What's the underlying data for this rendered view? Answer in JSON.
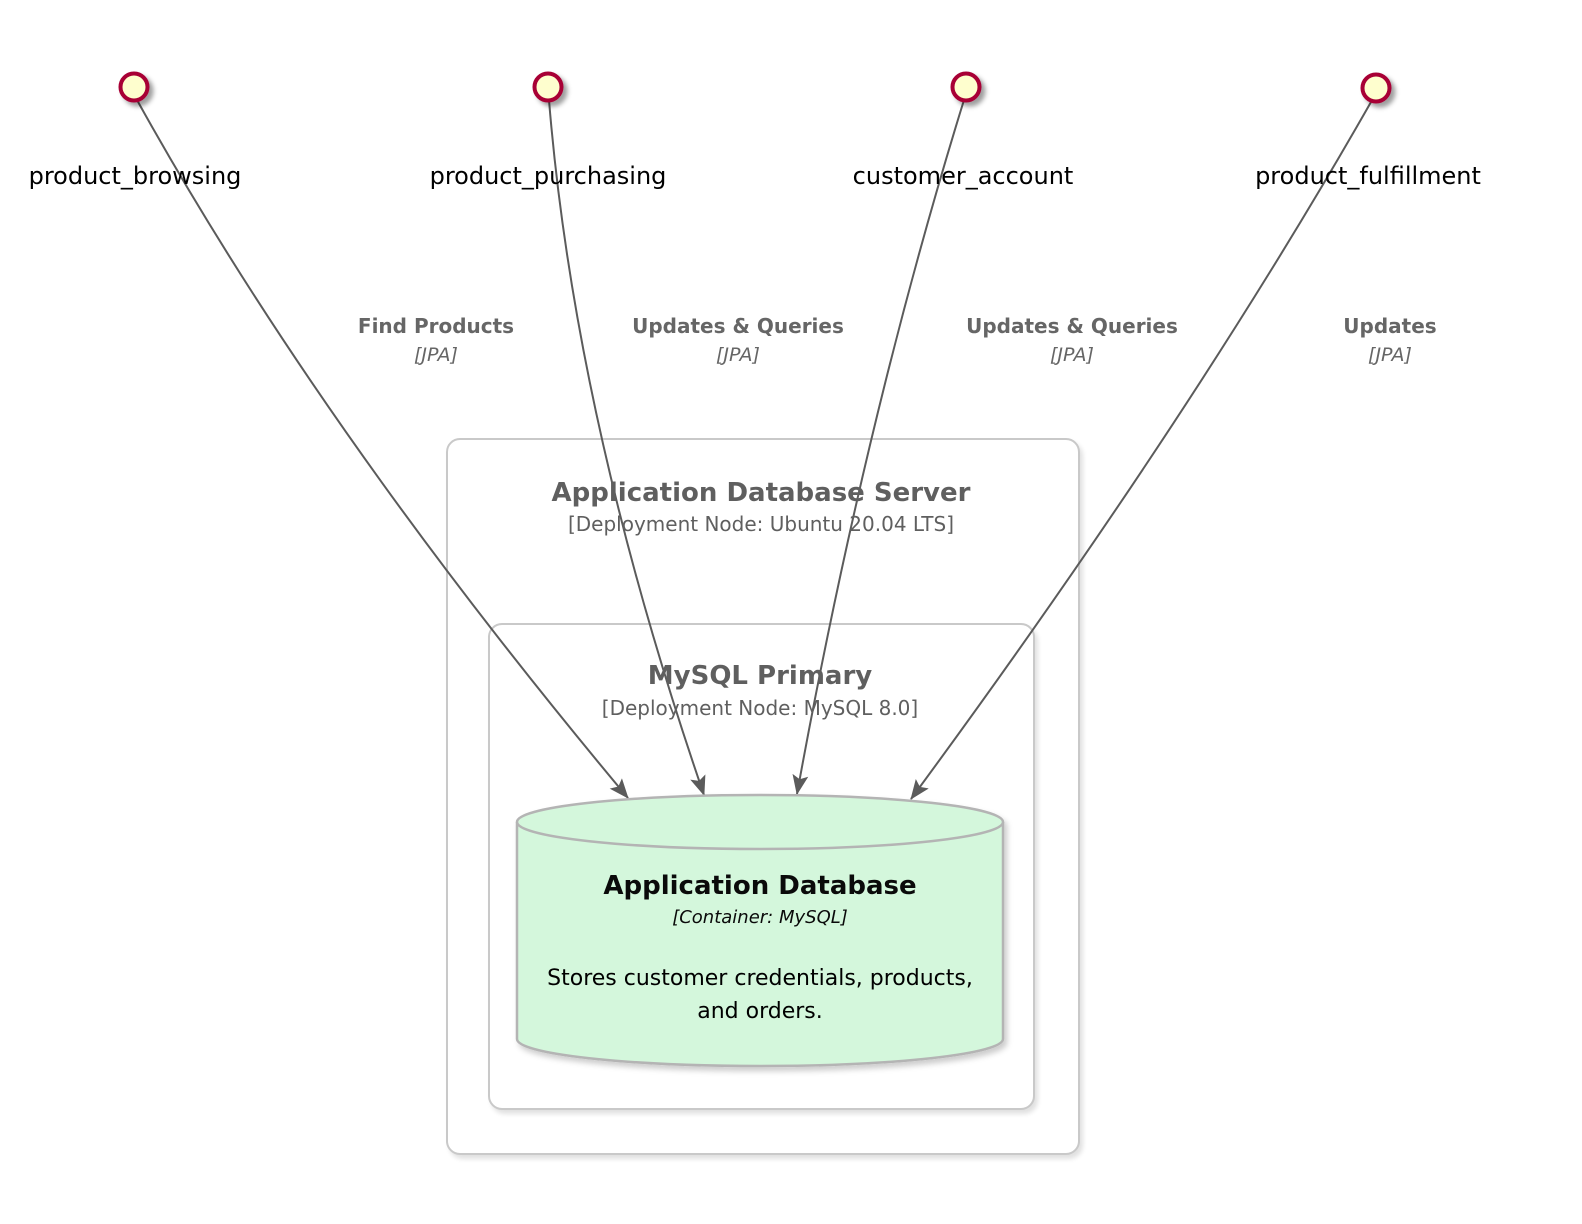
{
  "diagram": {
    "type": "deployment-diagram",
    "interfaces": [
      {
        "id": "product_browsing",
        "label": "product_browsing"
      },
      {
        "id": "product_purchasing",
        "label": "product_purchasing"
      },
      {
        "id": "customer_account",
        "label": "customer_account"
      },
      {
        "id": "product_fulfillment",
        "label": "product_fulfillment"
      }
    ],
    "relationships": [
      {
        "from": "product_browsing",
        "to": "application_database",
        "label": "Find Products",
        "technology": "[JPA]"
      },
      {
        "from": "product_purchasing",
        "to": "application_database",
        "label": "Updates & Queries",
        "technology": "[JPA]"
      },
      {
        "from": "customer_account",
        "to": "application_database",
        "label": "Updates & Queries",
        "technology": "[JPA]"
      },
      {
        "from": "product_fulfillment",
        "to": "application_database",
        "label": "Updates",
        "technology": "[JPA]"
      }
    ],
    "deployment_node_outer": {
      "title": "Application Database Server",
      "subtitle": "[Deployment Node: Ubuntu 20.04 LTS]"
    },
    "deployment_node_inner": {
      "title": "MySQL Primary",
      "subtitle": "[Deployment Node: MySQL 8.0]"
    },
    "database": {
      "title": "Application Database",
      "subtitle": "[Container: MySQL]",
      "description": "Stores customer credentials, products, and orders."
    },
    "colors": {
      "interface_fill": "#FEFECE",
      "interface_border": "#A80036",
      "line": "#5B5B5B",
      "node_border": "#C9C9C9",
      "node_title": "#5F5F5F",
      "database_fill": "#D4F7DC",
      "database_border": "#B4B4B4",
      "text": "#000000"
    }
  }
}
